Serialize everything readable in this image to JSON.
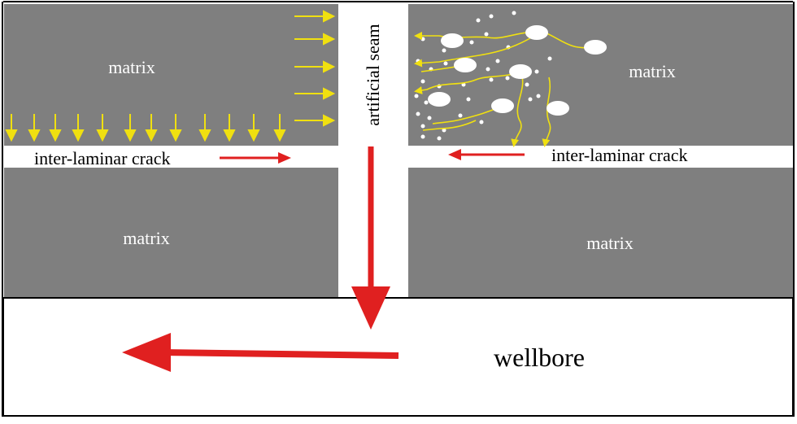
{
  "regions": {
    "matrix_top_left": "matrix",
    "matrix_top_right": "matrix",
    "matrix_bottom_left": "matrix",
    "matrix_bottom_right": "matrix",
    "wellbore": "wellbore"
  },
  "cracks": {
    "left": "inter-laminar crack",
    "right": "inter-laminar crack"
  },
  "seam_label": "artificial seam",
  "colors": {
    "matrix": "#7f7f7f",
    "fracture": "#ffffff",
    "flow_arrow": "#e02020",
    "seepage_arrow": "#f0e010",
    "border": "#000000"
  }
}
